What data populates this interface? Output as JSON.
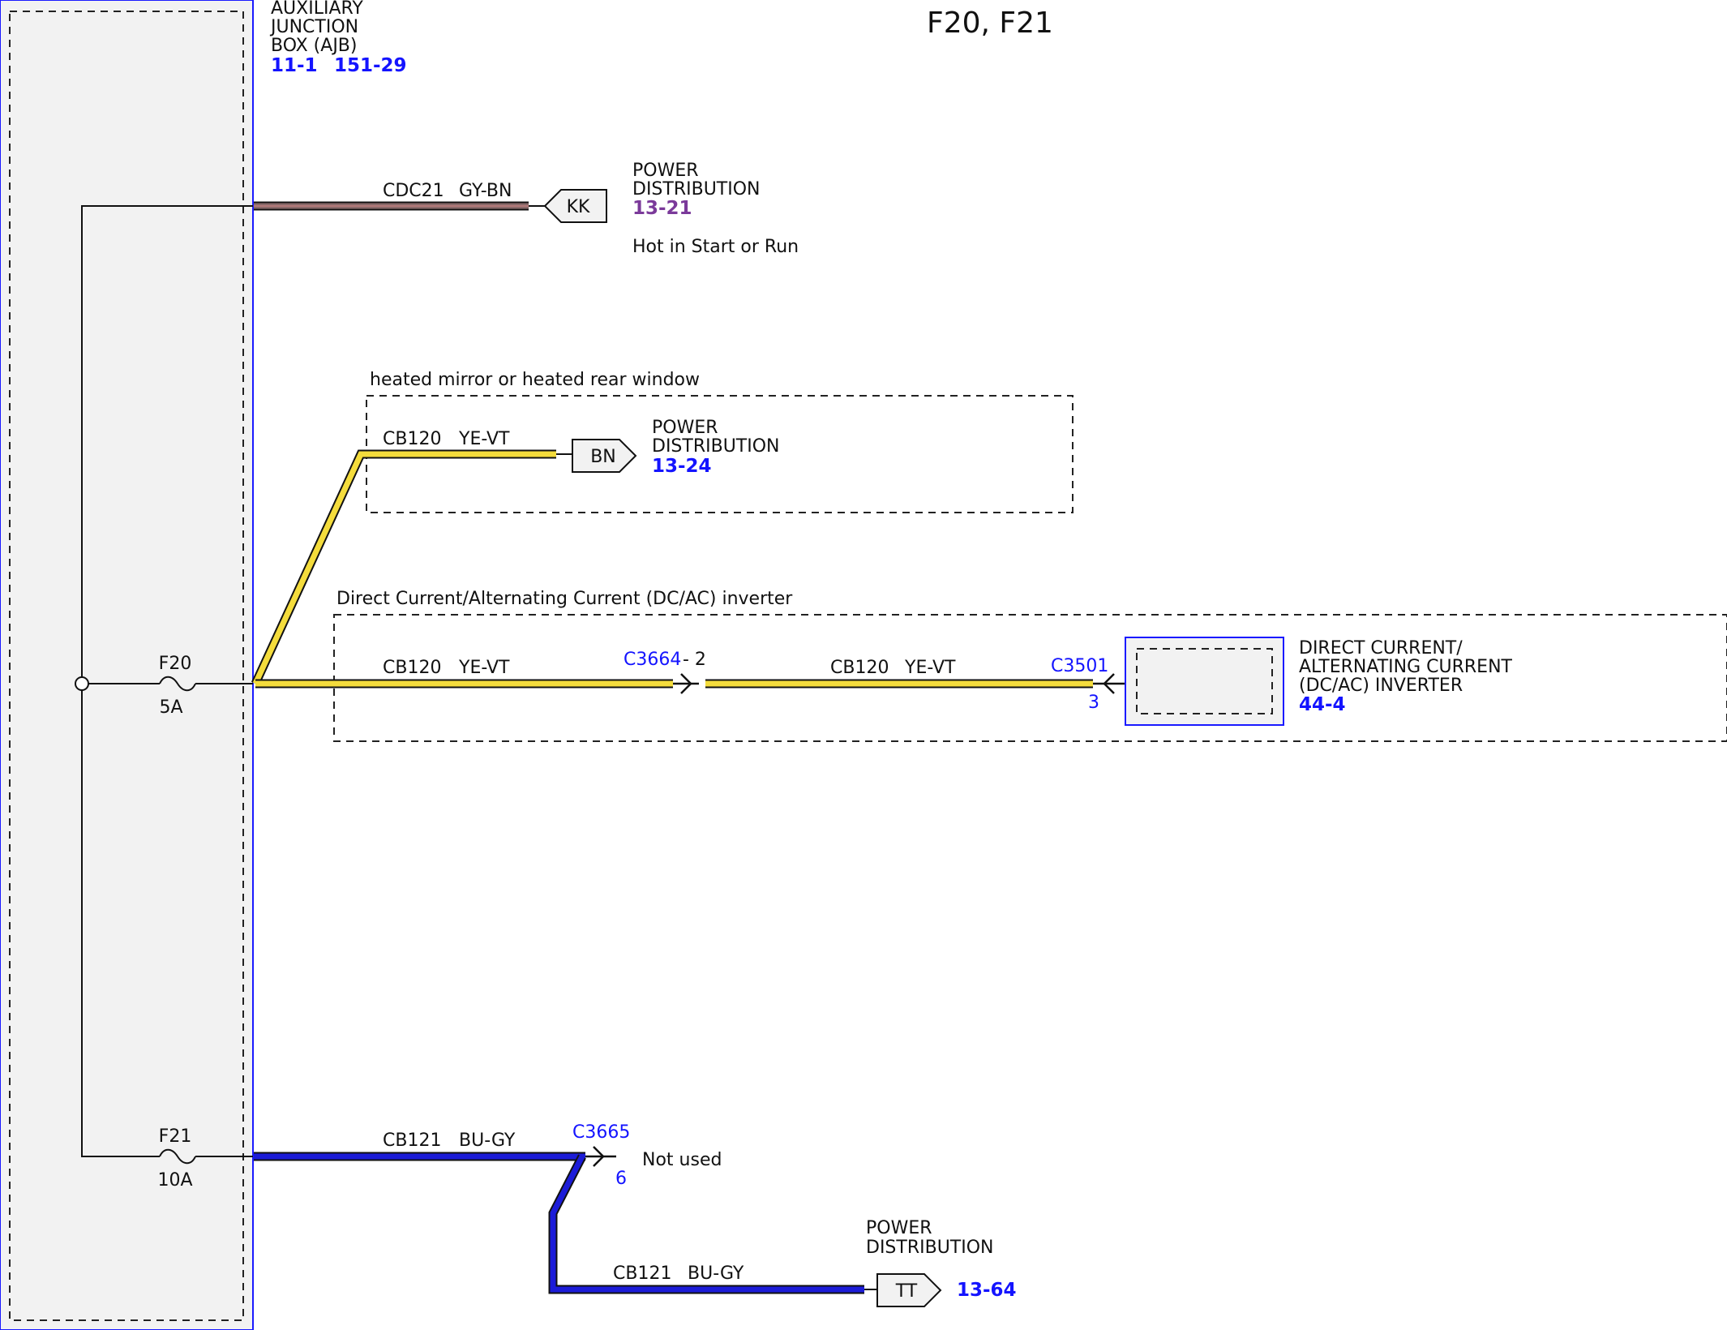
{
  "title": "F20, F21",
  "colors": {
    "frame_blue": "#1a1aff",
    "box_fill": "#f2f2f2",
    "ref_blue": "#1414ff",
    "ref_purple": "#7b3a9a",
    "wire_yellow": "#f4dc3c",
    "wire_gray_brown": "#8a6a6a",
    "wire_blue": "#1c1cd8"
  },
  "ajb": {
    "name_lines": [
      "AUXILIARY",
      "JUNCTION",
      "BOX (AJB)"
    ],
    "ref1": "11-1",
    "ref2": "151-29"
  },
  "fuses": {
    "f20": {
      "name": "F20",
      "rating": "5A"
    },
    "f21": {
      "name": "F21",
      "rating": "10A"
    }
  },
  "wires": {
    "cdc21": {
      "circuit": "CDC21",
      "color_code": "GY-BN"
    },
    "cb120_mirror": {
      "circuit": "CB120",
      "color_code": "YE-VT"
    },
    "cb120_inv_a": {
      "circuit": "CB120",
      "color_code": "YE-VT"
    },
    "cb120_inv_b": {
      "circuit": "CB120",
      "color_code": "YE-VT"
    },
    "cb121_a": {
      "circuit": "CB121",
      "color_code": "BU-GY"
    },
    "cb121_b": {
      "circuit": "CB121",
      "color_code": "BU-GY"
    }
  },
  "connectors": {
    "kk": {
      "label": "KK",
      "dest_lines": [
        "POWER",
        "DISTRIBUTION"
      ],
      "ref": "13-21",
      "note": "Hot in Start or Run"
    },
    "bn": {
      "label": "BN",
      "dest_lines": [
        "POWER",
        "DISTRIBUTION"
      ],
      "ref": "13-24"
    },
    "tt": {
      "label": "TT",
      "dest_lines": [
        "POWER",
        "DISTRIBUTION"
      ],
      "ref": "13-64"
    },
    "c3664": {
      "id": "C3664",
      "pin": "- 2"
    },
    "c3501": {
      "id": "C3501",
      "pin": "3"
    },
    "c3665": {
      "id": "C3665",
      "pin": "6",
      "note": "Not used"
    }
  },
  "options": {
    "mirror": "heated mirror or heated rear window",
    "inverter": "Direct Current/Alternating Current (DC/AC) inverter"
  },
  "inverter": {
    "name_lines": [
      "DIRECT CURRENT/",
      "ALTERNATING CURRENT",
      "(DC/AC) INVERTER"
    ],
    "ref": "44-4"
  }
}
